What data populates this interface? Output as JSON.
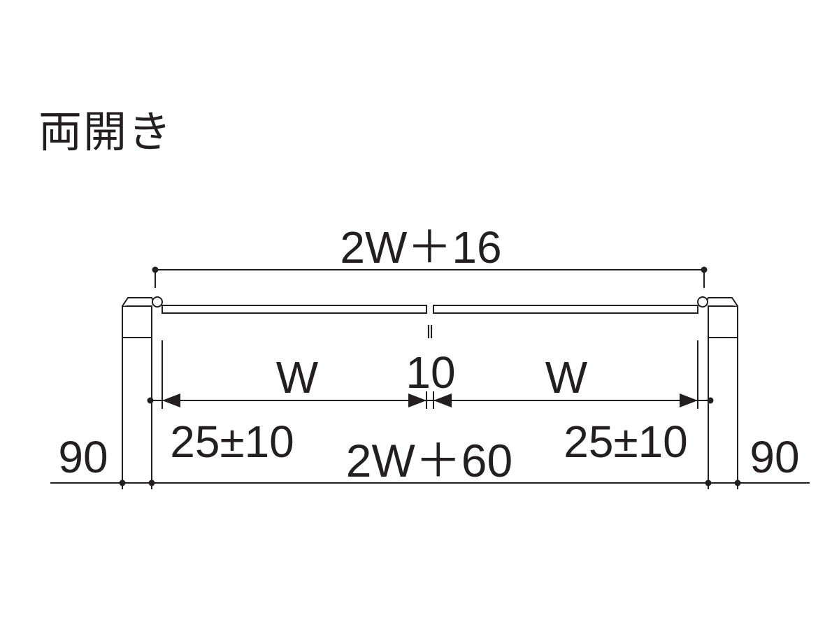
{
  "title": "両開き",
  "labels": {
    "overall_top": "2W＋16",
    "leaf_left": "W",
    "gap_mark": "‖",
    "gap": "10",
    "leaf_right": "W",
    "clearance_left": "25±10",
    "overall_bottom": "2W＋60",
    "clearance_right": "25±10",
    "post_left": "90",
    "post_right": "90"
  },
  "colors": {
    "line": "#231f20",
    "background": "#ffffff"
  }
}
